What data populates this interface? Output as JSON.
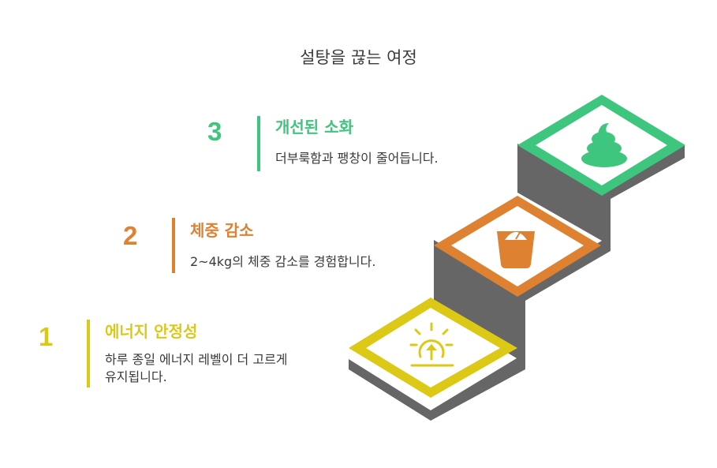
{
  "title": "설탕을 끊는 여정",
  "colors": {
    "step1": "#dcc916",
    "step2": "#de8130",
    "step3": "#3ec57e",
    "stair": "#666666"
  },
  "steps": [
    {
      "number": "1",
      "title": "에너지 안정성",
      "description": "하루 종일 에너지 레벨이 더 고르게\n유지됩니다.",
      "icon": "sunrise-icon"
    },
    {
      "number": "2",
      "title": "체중 감소",
      "description": "2~4kg의 체중 감소를 경험합니다.",
      "icon": "scale-icon"
    },
    {
      "number": "3",
      "title": "개선된 소화",
      "description": "더부룩함과 팽창이 줄어듭니다.",
      "icon": "stool-icon"
    }
  ]
}
